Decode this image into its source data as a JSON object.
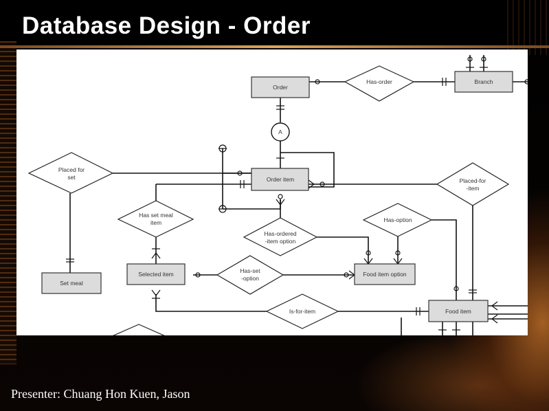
{
  "slide": {
    "title": "Database Design - Order",
    "presenter": "Presenter: Chuang Hon Kuen, Jason"
  },
  "diagram": {
    "entities": {
      "order": "Order",
      "branch": "Branch",
      "order_item": "Order item",
      "set_meal": "Set meal",
      "selected_item": "Selected item",
      "food_item_option": "Food item option",
      "food_item": "Food item"
    },
    "relationships": {
      "has_order": "Has-order",
      "placed_for_set": [
        "Placed for",
        "set"
      ],
      "placed_for_item": [
        "Placed-for",
        "-item"
      ],
      "has_set_meal_item": [
        "Has set meal",
        "item"
      ],
      "has_option": "Has-option",
      "has_ordered_item_option": [
        "Has-ordered",
        "-item option"
      ],
      "has_set_option": [
        "Has-set",
        "-option"
      ],
      "is_for_item": "Is-for-item"
    },
    "subtype_marker": "A"
  }
}
